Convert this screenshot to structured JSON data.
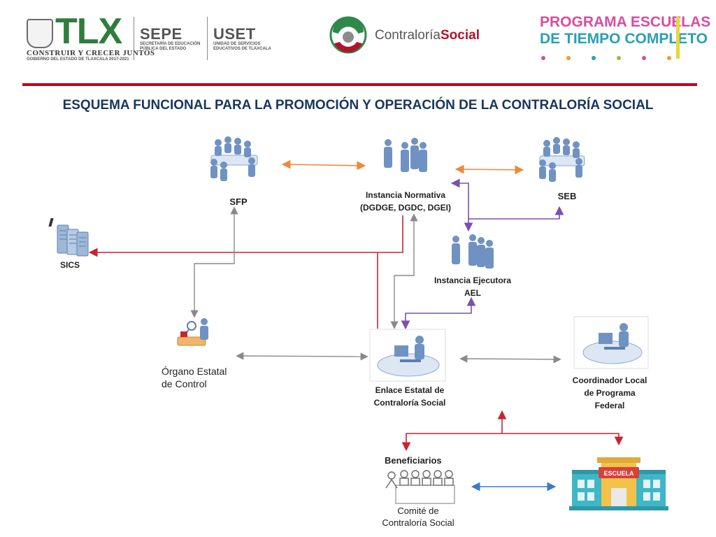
{
  "header": {
    "tlx_logo": {
      "word": "TLX",
      "motto": "CONSTRUIR Y CRECER JUNTOS",
      "subline": "GOBIERNO DEL ESTADO DE TLAXCALA 2017-2021"
    },
    "sepe_logo": {
      "name": "SEPE",
      "sub1": "SECRETARÍA DE EDUCACIÓN",
      "sub2": "PÚBLICA DEL ESTADO"
    },
    "uset_logo": {
      "name": "USET",
      "sub1": "UNIDAD DE SERVICIOS",
      "sub2": "EDUCATIVOS DE TLAXCALA"
    },
    "contraloria_logo": {
      "part1": "Contraloría",
      "part2": "Social"
    },
    "programa_logo": {
      "line1": "PROGRAMA ESCUELAS",
      "line2": "DE TIEMPO COMPLETO"
    }
  },
  "title": "ESQUEMA FUNCIONAL PARA LA PROMOCIÓN Y OPERACIÓN DE LA CONTRALORÍA SOCIAL",
  "nodes": {
    "sfp": {
      "label": "SFP"
    },
    "instancia_normativa": {
      "line1": "Instancia Normativa",
      "line2": "(DGDGE, DGDC, DGEI)"
    },
    "seb": {
      "label": "SEB"
    },
    "sics": {
      "label": "SICS"
    },
    "instancia_ejecutora": {
      "line1": "Instancia Ejecutora",
      "line2": "AEL"
    },
    "organo_estatal": {
      "line1": "Órgano Estatal",
      "line2": "de Control"
    },
    "enlace_estatal": {
      "line1": "Enlace Estatal de",
      "line2": "Contraloría Social"
    },
    "coordinador_local": {
      "line1": "Coordinador Local",
      "line2": "de Programa",
      "line3": "Federal"
    },
    "beneficiarios": {
      "label": "Beneficiarios"
    },
    "comite": {
      "line1": "Comité de",
      "line2": "Contraloría Social"
    },
    "escuela": {
      "label": "ESCUELA"
    }
  },
  "colors": {
    "title": "#17365d",
    "divider": "#c00018",
    "orange_arrow": "#f0883a",
    "purple_arrow": "#7b4fae",
    "red_arrow": "#c8242f",
    "gray_arrow": "#8a8a8a",
    "blue_arrow": "#3a7bbf"
  }
}
